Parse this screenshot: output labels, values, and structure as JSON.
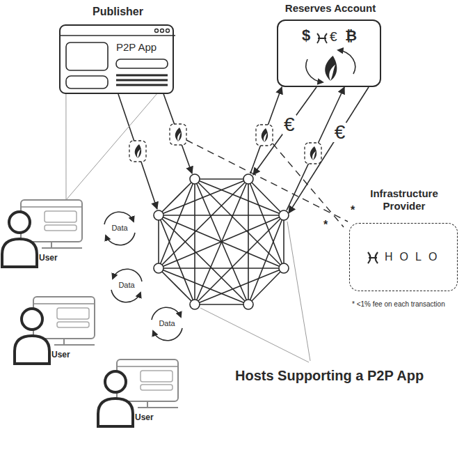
{
  "diagram": {
    "nodes": [
      {
        "text": [
          "Publisher",
          "P2P App"
        ]
      },
      {
        "text": [
          "Reserves Account",
          "$",
          "€",
          "₿"
        ]
      },
      {
        "text": [
          "Hosts Supporting a P2P App"
        ]
      },
      {
        "text": [
          "Infrastructure Provider",
          "HOLO"
        ]
      },
      {
        "text": [
          "User"
        ]
      },
      {
        "text": [
          "User"
        ]
      },
      {
        "text": [
          "User"
        ]
      }
    ],
    "edges": [
      {
        "from": 0,
        "to": 2,
        "arrow": "to"
      },
      {
        "from": 0,
        "to": 2,
        "arrow": "to"
      },
      {
        "from": 2,
        "to": 1,
        "arrow": "to"
      },
      {
        "from": 1,
        "to": 2,
        "label": "€",
        "arrow": "to"
      },
      {
        "from": 2,
        "to": 1,
        "arrow": "to"
      },
      {
        "from": 1,
        "to": 2,
        "label": "€",
        "arrow": "to"
      },
      {
        "from": 0,
        "to": 4,
        "arrow": "none"
      }
    ],
    "labels": [
      "Data",
      "Data",
      "Data",
      "*",
      "*",
      "* <1% fee on each transaction"
    ]
  }
}
